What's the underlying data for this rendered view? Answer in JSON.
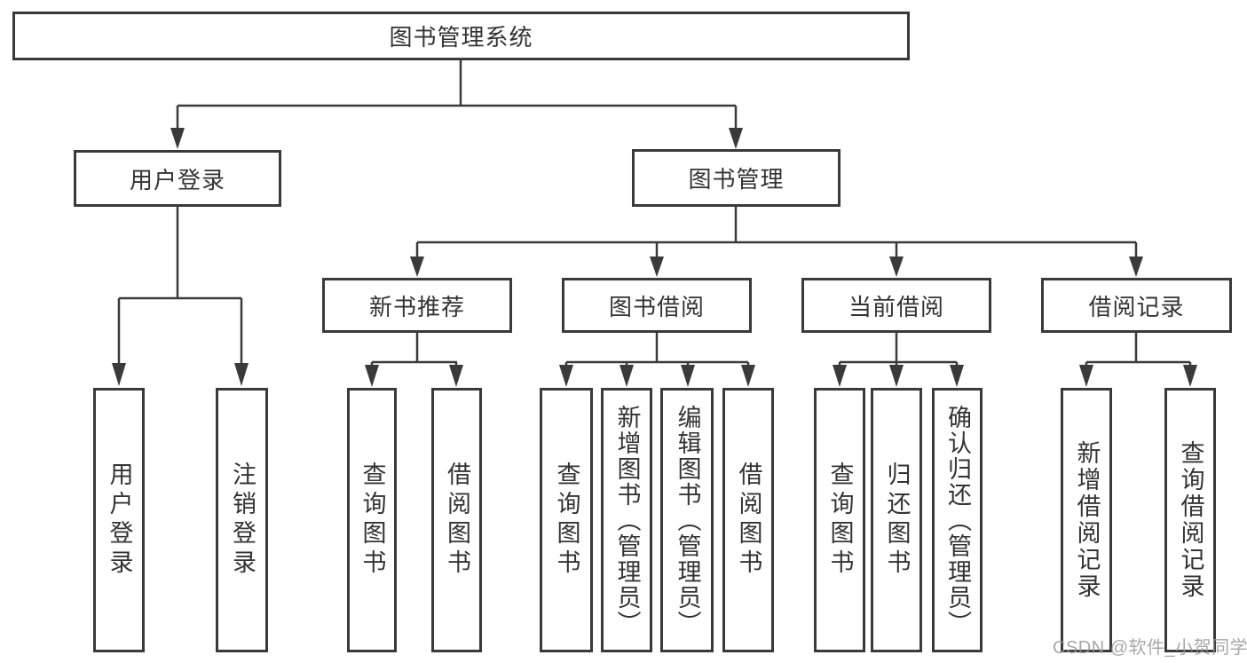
{
  "diagram": {
    "title": "图书管理系统",
    "watermark": "CSDN @软件_小贺同学",
    "nodes": {
      "root": {
        "label": "图书管理系统"
      },
      "user_login": {
        "label": "用户登录"
      },
      "book_mgmt": {
        "label": "图书管理"
      },
      "new_book_rec": {
        "label": "新书推荐"
      },
      "book_borrow": {
        "label": "图书借阅"
      },
      "current_borrow": {
        "label": "当前借阅"
      },
      "borrow_records": {
        "label": "借阅记录"
      },
      "leaf_user_login": {
        "label": "用户登录"
      },
      "leaf_logout": {
        "label": "注销登录"
      },
      "nb_query_books": {
        "label": "查询图书"
      },
      "nb_borrow_books": {
        "label": "借阅图书"
      },
      "bb_query_books": {
        "label": "查询图书"
      },
      "bb_add_books": {
        "label": "新增图书（管理员）"
      },
      "bb_edit_books": {
        "label": "编辑图书（管理员）"
      },
      "bb_borrow_books": {
        "label": "借阅图书"
      },
      "cb_query_books": {
        "label": "查询图书"
      },
      "cb_return_books": {
        "label": "归还图书"
      },
      "cb_confirm_return": {
        "label": "确认归还（管理员）"
      },
      "br_add_record": {
        "label": "新增借阅记录"
      },
      "br_query_record": {
        "label": "查询借阅记录"
      }
    },
    "hierarchy": {
      "root": [
        "user_login",
        "book_mgmt"
      ],
      "user_login": [
        "leaf_user_login",
        "leaf_logout"
      ],
      "book_mgmt": [
        "new_book_rec",
        "book_borrow",
        "current_borrow",
        "borrow_records"
      ],
      "new_book_rec": [
        "nb_query_books",
        "nb_borrow_books"
      ],
      "book_borrow": [
        "bb_query_books",
        "bb_add_books",
        "bb_edit_books",
        "bb_borrow_books"
      ],
      "current_borrow": [
        "cb_query_books",
        "cb_return_books",
        "cb_confirm_return"
      ],
      "borrow_records": [
        "br_add_record",
        "br_query_record"
      ]
    },
    "colors": {
      "line": "#3a3a3a",
      "box_border": "#3a3a3a",
      "text": "#333333",
      "watermark": "#989898",
      "background": "#ffffff"
    }
  }
}
